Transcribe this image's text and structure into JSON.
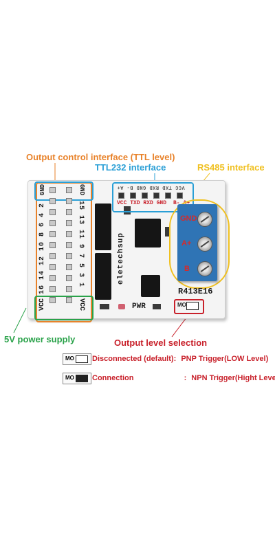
{
  "callouts": {
    "output_control": "Output control interface (TTL level)",
    "ttl232": "TTL232 interface",
    "rs485": "RS485 interface",
    "power": "5V power supply",
    "output_level": "Output level selection"
  },
  "board": {
    "brand": "eletechsup",
    "model": "R413E16",
    "pwr_label": "PWR",
    "gnd_top": "GND",
    "gnd_top_right": "GND",
    "vcc_bottom_left": "VCC",
    "vcc_bottom_right": "VCC",
    "left_numbers": "16 14 12 10 8 6 4 2",
    "right_numbers": "15 13 11 9 7 5 3 1",
    "ttl_pins": "VCC TXD RXD GND",
    "ttl_pins_mirror": "VCC TXD RXD GND B- A+",
    "rs485_pins": "B- A+",
    "terminal_labels": [
      "GND",
      "A+",
      "B"
    ],
    "jumper_label": "MO"
  },
  "legend": [
    {
      "jumper": "MO",
      "condition": "Disconnected (default)",
      "separator": ":",
      "result": "PNP Trigger(LOW Level)"
    },
    {
      "jumper": "MO",
      "condition": "Connection",
      "separator": ":",
      "result": "NPN Trigger(Hight Level)"
    }
  ],
  "colors": {
    "orange": "#e8822a",
    "blue": "#2a9fd6",
    "yellow": "#f0c020",
    "red": "#c8202a",
    "green": "#2aa24a",
    "terminal": "#2f74b5"
  }
}
